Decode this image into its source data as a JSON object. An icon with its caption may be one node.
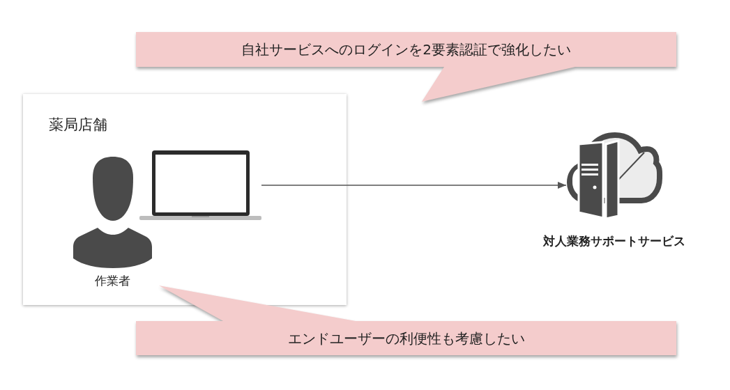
{
  "diagram": {
    "nodes": [
      {
        "text": [
          "薬局店舗"
        ]
      },
      {
        "text": [
          "作業者"
        ],
        "in": 0
      },
      {
        "text": [],
        "shape": "picture",
        "in": 0
      },
      {
        "text": [
          "対人業務サポートサービス"
        ]
      },
      {
        "text": [
          "自社サービスへのログインを2要素認証で強化したい"
        ]
      },
      {
        "text": [
          "エンドユーザーの利便性も考慮したい"
        ]
      }
    ],
    "edges": [
      {
        "from": 2,
        "to": 3,
        "arrow": "to"
      }
    ]
  }
}
